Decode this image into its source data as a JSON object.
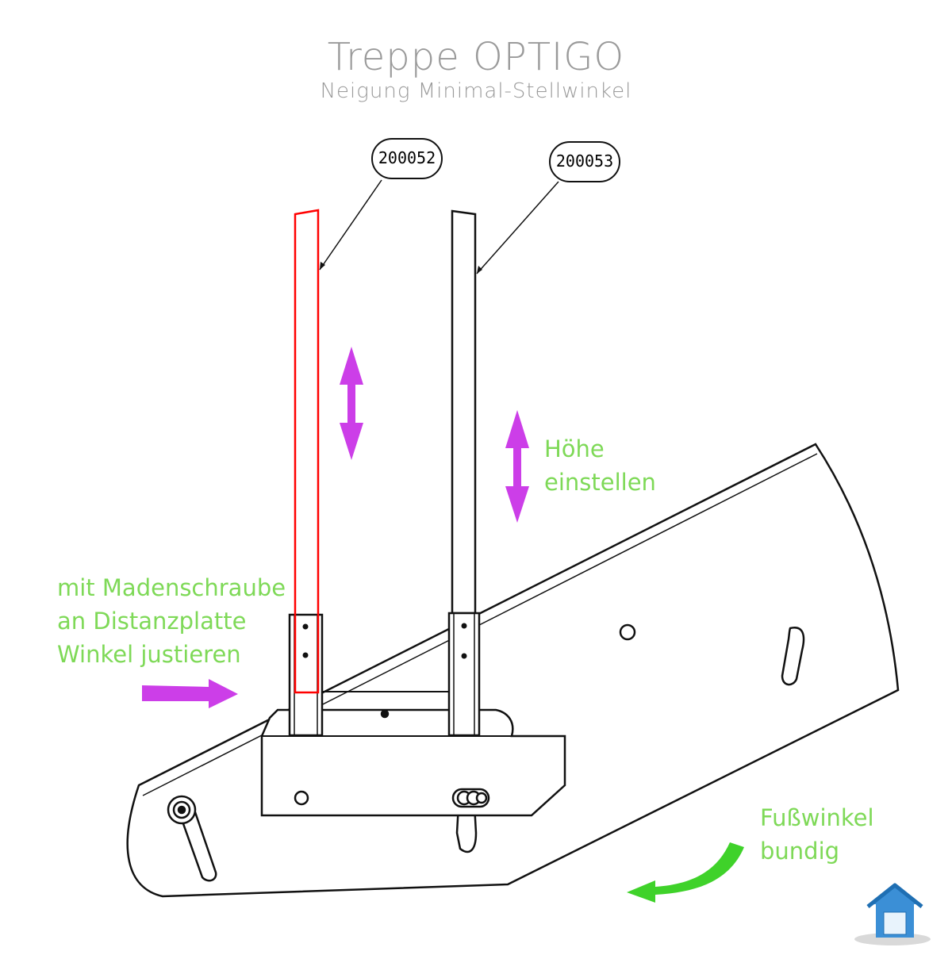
{
  "title": "Treppe OPTIGO",
  "subtitle": "Neigung Minimal-Stellwinkel",
  "callouts": [
    {
      "id": "left",
      "label": "200052"
    },
    {
      "id": "right",
      "label": "200053"
    }
  ],
  "notes": {
    "hoehe": [
      "Höhe",
      "einstellen"
    ],
    "winkel": [
      "mit Madenschraube",
      "an Distanzplatte",
      "Winkel justieren"
    ],
    "fuss": [
      "Fußwinkel",
      "bundig"
    ]
  },
  "colors": {
    "highlight_part": "#ff0000",
    "arrow_magenta": "#cc3ee8",
    "arrow_green": "#3fd22a",
    "note_text": "#7ed957",
    "title_text": "#9a9a9a",
    "logo_blue": "#3b8fd6"
  },
  "icons": [
    "house-logo-icon"
  ]
}
